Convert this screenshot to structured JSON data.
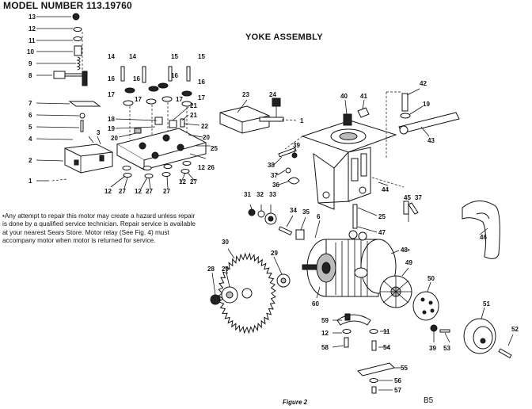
{
  "header": {
    "model_number": "MODEL NUMBER 113.19760",
    "assembly_title": "YOKE ASSEMBLY"
  },
  "note": "•Any attempt to repair this motor may create a hazard unless repair is done by a qualified service technician. Repair service is available at your nearest Sears Store. Motor relay (See Fig. 4) must accompany motor when motor is returned for service.",
  "footer": {
    "figure_label": "Figure 2",
    "page_number": "B5"
  },
  "callouts": [
    {
      "id": "c13",
      "text": "13"
    },
    {
      "id": "c12a",
      "text": "12"
    },
    {
      "id": "c11",
      "text": "11"
    },
    {
      "id": "c10",
      "text": "10"
    },
    {
      "id": "c9",
      "text": "9"
    },
    {
      "id": "c8",
      "text": "8"
    },
    {
      "id": "c7",
      "text": "7"
    },
    {
      "id": "c6",
      "text": "6"
    },
    {
      "id": "c5",
      "text": "5"
    },
    {
      "id": "c4",
      "text": "4"
    },
    {
      "id": "c3",
      "text": "3"
    },
    {
      "id": "c2",
      "text": "2"
    },
    {
      "id": "c1a",
      "text": "1"
    },
    {
      "id": "c14a",
      "text": "14"
    },
    {
      "id": "c14b",
      "text": "14"
    },
    {
      "id": "c15a",
      "text": "15"
    },
    {
      "id": "c15b",
      "text": "15"
    },
    {
      "id": "c16a",
      "text": "16"
    },
    {
      "id": "c16b",
      "text": "16"
    },
    {
      "id": "c16c",
      "text": "16"
    },
    {
      "id": "c16d",
      "text": "16"
    },
    {
      "id": "c17a",
      "text": "17"
    },
    {
      "id": "c17b",
      "text": "17"
    },
    {
      "id": "c17c",
      "text": "17"
    },
    {
      "id": "c17d",
      "text": "17"
    },
    {
      "id": "c18",
      "text": "18"
    },
    {
      "id": "c19a",
      "text": "19"
    },
    {
      "id": "c20a",
      "text": "20"
    },
    {
      "id": "c20b",
      "text": "20"
    },
    {
      "id": "c21a",
      "text": "21"
    },
    {
      "id": "c21b",
      "text": "21"
    },
    {
      "id": "c22",
      "text": "22"
    },
    {
      "id": "c25a",
      "text": "25"
    },
    {
      "id": "c26",
      "text": "26"
    },
    {
      "id": "c12b",
      "text": "12"
    },
    {
      "id": "c27a",
      "text": "27"
    },
    {
      "id": "c12c",
      "text": "12"
    },
    {
      "id": "c27b",
      "text": "27"
    },
    {
      "id": "c12d",
      "text": "12"
    },
    {
      "id": "c27c",
      "text": "27"
    },
    {
      "id": "c12e",
      "text": "12"
    },
    {
      "id": "c27d",
      "text": "27"
    },
    {
      "id": "c23",
      "text": "23"
    },
    {
      "id": "c24",
      "text": "24"
    },
    {
      "id": "c1b",
      "text": "1"
    },
    {
      "id": "c40",
      "text": "40"
    },
    {
      "id": "c41",
      "text": "41"
    },
    {
      "id": "c42",
      "text": "42"
    },
    {
      "id": "c19b",
      "text": "19"
    },
    {
      "id": "c43",
      "text": "43"
    },
    {
      "id": "c39a",
      "text": "39"
    },
    {
      "id": "c38",
      "text": "38"
    },
    {
      "id": "c37a",
      "text": "37"
    },
    {
      "id": "c36",
      "text": "36"
    },
    {
      "id": "c44",
      "text": "44"
    },
    {
      "id": "c31",
      "text": "31"
    },
    {
      "id": "c32",
      "text": "32"
    },
    {
      "id": "c33",
      "text": "33"
    },
    {
      "id": "c34",
      "text": "34"
    },
    {
      "id": "c35",
      "text": "35"
    },
    {
      "id": "c6b",
      "text": "6"
    },
    {
      "id": "c25b",
      "text": "25"
    },
    {
      "id": "c45",
      "text": "45"
    },
    {
      "id": "c37b",
      "text": "37"
    },
    {
      "id": "c47",
      "text": "47"
    },
    {
      "id": "c46",
      "text": "46"
    },
    {
      "id": "c48",
      "text": "48•"
    },
    {
      "id": "c30",
      "text": "30"
    },
    {
      "id": "c29a",
      "text": "29"
    },
    {
      "id": "c28",
      "text": "28"
    },
    {
      "id": "c29b",
      "text": "29"
    },
    {
      "id": "c49",
      "text": "49"
    },
    {
      "id": "c60",
      "text": "60"
    },
    {
      "id": "c50",
      "text": "50"
    },
    {
      "id": "c51",
      "text": "51"
    },
    {
      "id": "c59",
      "text": "59"
    },
    {
      "id": "c12f",
      "text": "12"
    },
    {
      "id": "c11b",
      "text": "11"
    },
    {
      "id": "c58",
      "text": "58"
    },
    {
      "id": "c54",
      "text": "54"
    },
    {
      "id": "c39b",
      "text": "39"
    },
    {
      "id": "c53",
      "text": "53"
    },
    {
      "id": "c52",
      "text": "52"
    },
    {
      "id": "c55",
      "text": "55"
    },
    {
      "id": "c56",
      "text": "56"
    },
    {
      "id": "c57",
      "text": "57"
    }
  ]
}
